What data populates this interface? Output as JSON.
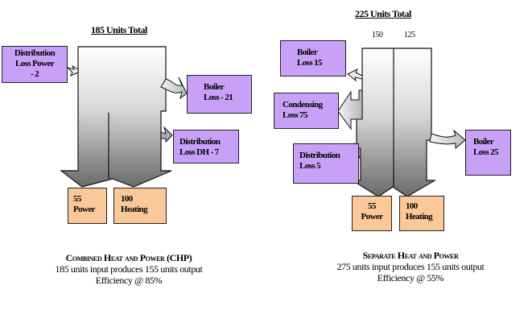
{
  "left": {
    "title": "185 Units Total",
    "loss_boxes": [
      {
        "label_line1": "Distribution",
        "label_line2": "Loss Power",
        "label_line3": "- 2"
      },
      {
        "label_line1": "Boiler",
        "label_line2": "Loss - 21"
      },
      {
        "label_line1": "Distribution",
        "label_line2": "Loss DH - 7"
      }
    ],
    "output_boxes": [
      {
        "value": "55",
        "label": "Power"
      },
      {
        "value": "100",
        "label": "Heating"
      }
    ],
    "caption": {
      "heading": "Combined Heat and Power (CHP)",
      "line2": "185 units input produces 155 units output",
      "line3": "Efficiency @ 85%"
    }
  },
  "right": {
    "title": "225 Units Total",
    "column_labels": [
      "150",
      "125"
    ],
    "loss_boxes": [
      {
        "label_line1": "Boiler",
        "label_line2": "Loss 15"
      },
      {
        "label_line1": "Condensing",
        "label_line2": "Loss 75"
      },
      {
        "label_line1": "Distribution",
        "label_line2": "Loss 5"
      },
      {
        "label_line1": "Boiler",
        "label_line2": "Loss 25"
      }
    ],
    "output_boxes": [
      {
        "value": "55",
        "label": "Power"
      },
      {
        "value": "100",
        "label": "Heating"
      }
    ],
    "caption": {
      "heading": "Separate Heat and Power",
      "line2": "275 units input produces 155 units output",
      "line3": "Efficiency @ 55%"
    }
  },
  "colors": {
    "loss_box": "#c9a0f7",
    "output_box": "#fbc89a",
    "flow_top": "#ffffff",
    "flow_bottom": "#707070"
  }
}
